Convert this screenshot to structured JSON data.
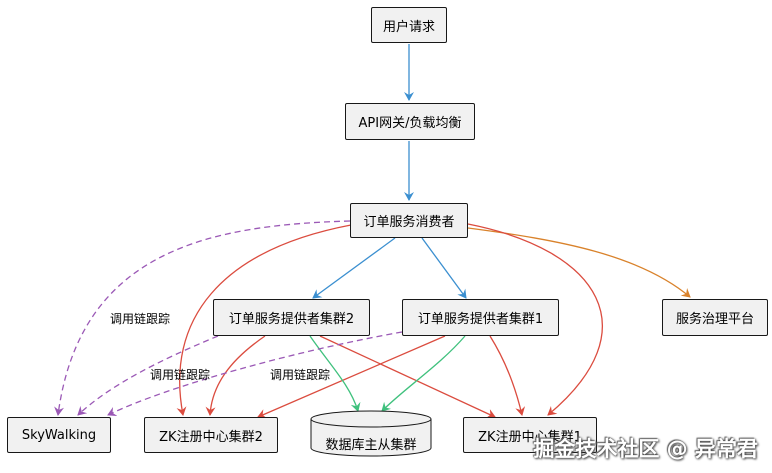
{
  "nodes": {
    "user_request": "用户请求",
    "api_gateway": "API网关/负载均衡",
    "order_consumer": "订单服务消费者",
    "provider_cluster_2": "订单服务提供者集群2",
    "provider_cluster_1": "订单服务提供者集群1",
    "governance_platform": "服务治理平台",
    "skywalking": "SkyWalking",
    "zk_cluster_2": "ZK注册中心集群2",
    "database": "数据库主从集群",
    "zk_cluster_1": "ZK注册中心集群1"
  },
  "edge_labels": {
    "trace_consumer": "调用链跟踪",
    "trace_provider_2": "调用链跟踪",
    "trace_provider_1": "调用链跟踪"
  },
  "colors": {
    "blue": "#3b8fd0",
    "red": "#db4c3f",
    "green": "#3fc17d",
    "orange": "#d9822b",
    "purple": "#9b59b6"
  },
  "watermark": "掘金技术社区 @ 异常君"
}
